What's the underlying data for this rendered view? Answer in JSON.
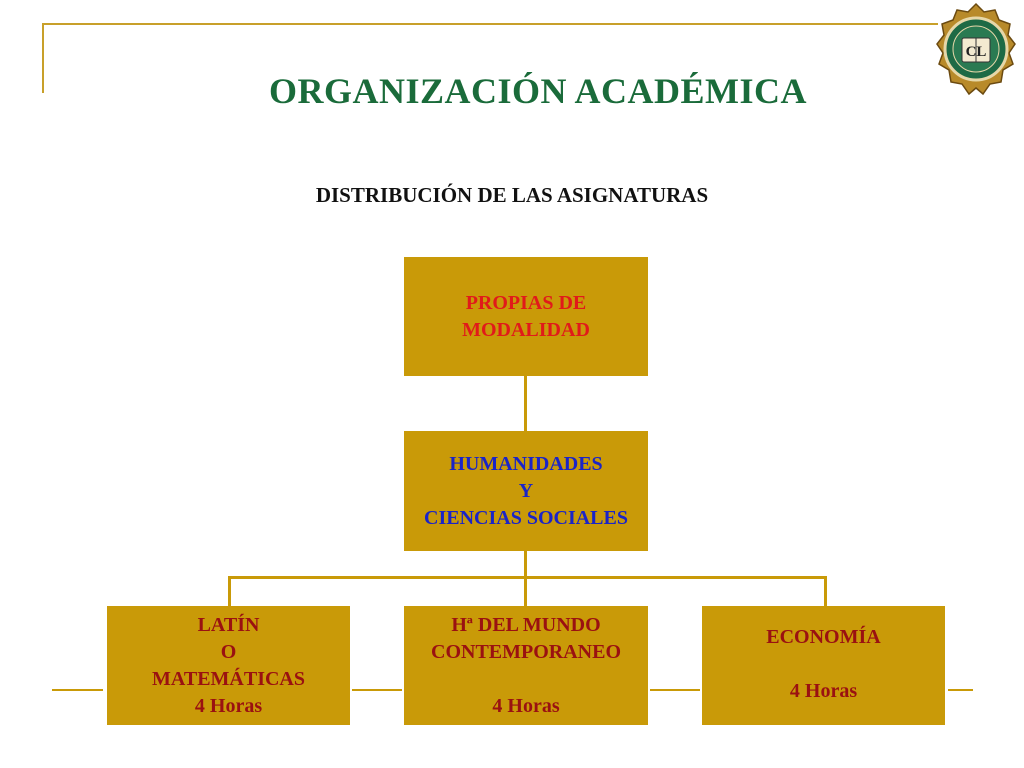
{
  "title": "ORGANIZACIÓN ACADÉMICA",
  "subtitle": "DISTRIBUCIÓN DE LAS ASIGNATURAS",
  "logo_text": "CL",
  "top_box": {
    "line1": "PROPIAS DE",
    "line2": "MODALIDAD"
  },
  "middle_box": {
    "line1": "HUMANIDADES",
    "line2": "Y",
    "line3": "CIENCIAS SOCIALES"
  },
  "leaf_boxes": [
    {
      "line1": "LATÍN",
      "line2": "O",
      "line3": "MATEMÁTICAS",
      "hours": "4 Horas"
    },
    {
      "line1": "Hª DEL MUNDO",
      "line2": "CONTEMPORANEO",
      "hours": "4 Horas"
    },
    {
      "line1": "ECONOMÍA",
      "hours": "4 Horas"
    }
  ],
  "colors": {
    "box": "#c99a08",
    "title": "#1a6b3a",
    "top_text": "#e11a1a",
    "middle_text": "#1a24c8",
    "leaf_text": "#9a1111"
  }
}
